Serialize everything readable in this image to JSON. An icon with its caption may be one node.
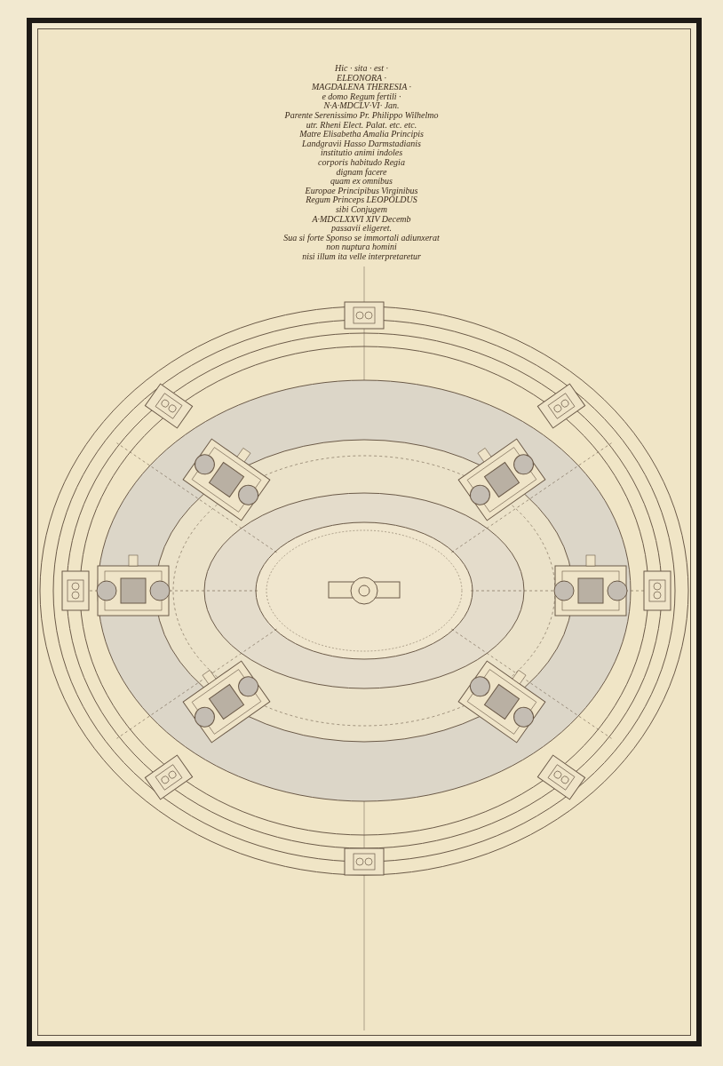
{
  "diagram": {
    "labels": [
      "Hic · sita · est ·",
      "ELEONORA ·",
      "MAGDALENA THERESIA ·",
      "e domo Regum fertili ·",
      "N·A·MDCLV·VI· Jan.",
      "Parente Serenissimo Pr. Philippo Wilhelmo",
      "utr. Rheni Elect. Palat. etc. etc.",
      "Matre Elisabetha Amalia Principis",
      "Landgravii Hasso Darmstadianis",
      "institutio animi indoles",
      "corporis habitudo Regia",
      "dignam facere",
      "quam ex omnibus",
      "Europae Principibus Virginibus",
      "Regum Princeps LEOPOLDUS",
      "sibi Conjugem",
      "A·MDCLXXVI XIV Decemb",
      "passavii eligeret.",
      "Sua si forte Sponso se immortali adiunxerat",
      "non nuptura homini",
      "nisi illum ita velle interpretaretur"
    ]
  }
}
